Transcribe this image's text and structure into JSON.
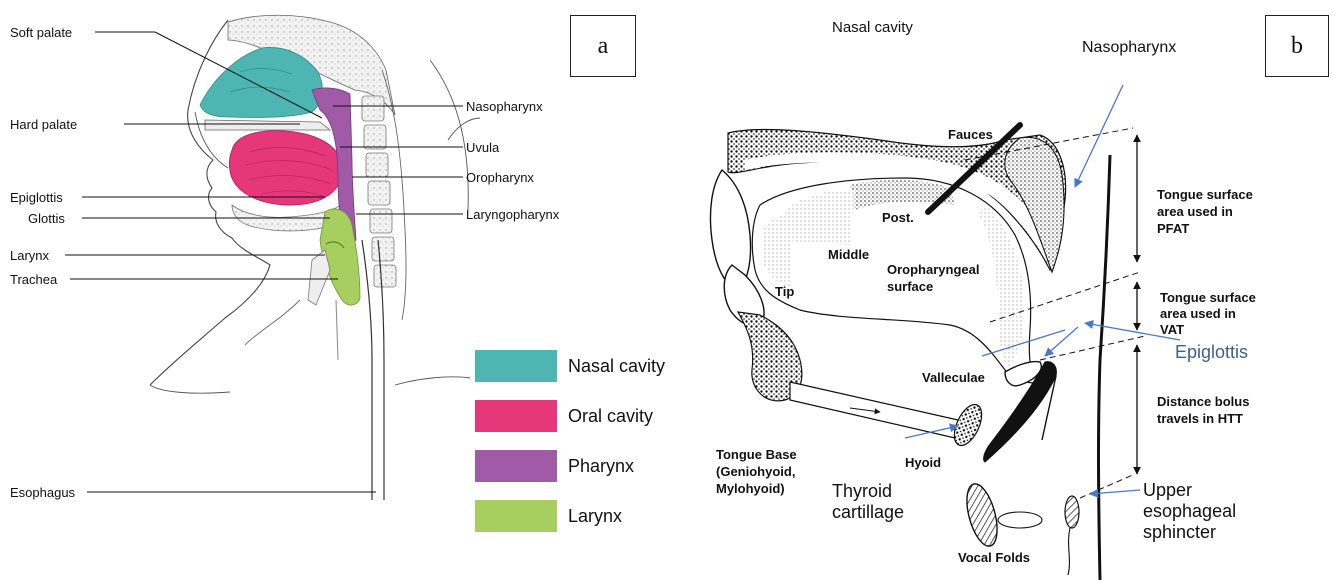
{
  "panel_a": {
    "tag": "a",
    "labels": {
      "soft_palate": "Soft palate",
      "hard_palate": "Hard palate",
      "epiglottis": "Epiglottis",
      "glottis": "Glottis",
      "larynx": "Larynx",
      "trachea": "Trachea",
      "esophagus": "Esophagus",
      "nasopharynx": "Nasopharynx",
      "uvula": "Uvula",
      "oropharynx": "Oropharynx",
      "laryngopharynx": "Laryngopharynx"
    },
    "legend": [
      {
        "label": "Nasal cavity",
        "color": "#4db6b3"
      },
      {
        "label": "Oral cavity",
        "color": "#e5377a"
      },
      {
        "label": "Pharynx",
        "color": "#a05aa8"
      },
      {
        "label": "Larynx",
        "color": "#a7cf5f"
      }
    ]
  },
  "panel_b": {
    "tag": "b",
    "labels": {
      "nasal_cavity": "Nasal cavity",
      "nasopharynx": "Nasopharynx",
      "fauces": "Fauces",
      "post": "Post.",
      "middle": "Middle",
      "tip": "Tip",
      "oro_surface_1": "Oropharyngeal",
      "oro_surface_2": "surface",
      "valleculae": "Valleculae",
      "hyoid": "Hyoid",
      "tongue_base_1": "Tongue Base",
      "tongue_base_2": "(Geniohyoid,",
      "tongue_base_3": "Mylohyoid)",
      "thyroid_1": "Thyroid",
      "thyroid_2": "cartillage",
      "vocal_folds": "Vocal Folds",
      "epiglottis": "Epiglottis",
      "ues_1": "Upper",
      "ues_2": "esophageal",
      "ues_3": "sphincter",
      "pfat_1": "Tongue surface",
      "pfat_2": "area used in",
      "pfat_3": "PFAT",
      "vat_1": "Tongue surface",
      "vat_2": "area used in",
      "vat_3": "VAT",
      "htt_1": "Distance bolus",
      "htt_2": "travels in HTT"
    },
    "colors": {
      "annotation_blue": "#4a78c4"
    }
  }
}
